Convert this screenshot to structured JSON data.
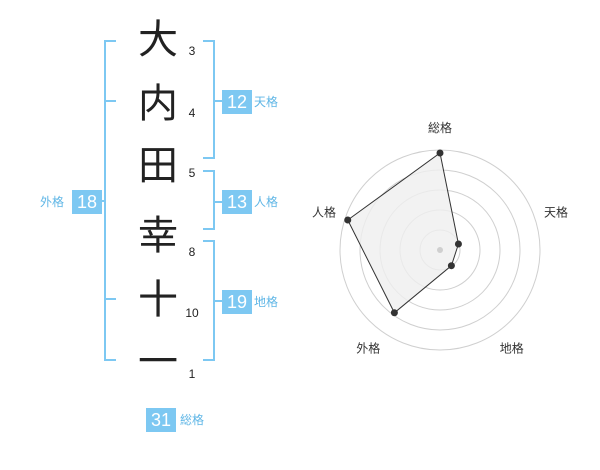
{
  "name": {
    "characters": [
      {
        "char": "大",
        "strokes": "3"
      },
      {
        "char": "内",
        "strokes": "4"
      },
      {
        "char": "田",
        "strokes": "5"
      },
      {
        "char": "幸",
        "strokes": "8"
      },
      {
        "char": "十",
        "strokes": "10"
      },
      {
        "char": "一",
        "strokes": "1"
      }
    ]
  },
  "scores": {
    "tenkaku": {
      "value": "12",
      "label": "天格"
    },
    "jinkaku": {
      "value": "13",
      "label": "人格"
    },
    "chikaku": {
      "value": "19",
      "label": "地格"
    },
    "gaikaku": {
      "value": "18",
      "label": "外格"
    },
    "soukaku": {
      "value": "31",
      "label": "総格"
    }
  },
  "radar": {
    "axes": [
      "総格",
      "天格",
      "地格",
      "外格",
      "人格"
    ],
    "levels": 5,
    "values": [
      5,
      1,
      1,
      4,
      5
    ],
    "max": 5
  },
  "colors": {
    "accent": "#7dc8f2",
    "accent_text": "#5fb6e6",
    "ring": "#cfcfcf",
    "fill": "#efefef",
    "line": "#333333"
  }
}
